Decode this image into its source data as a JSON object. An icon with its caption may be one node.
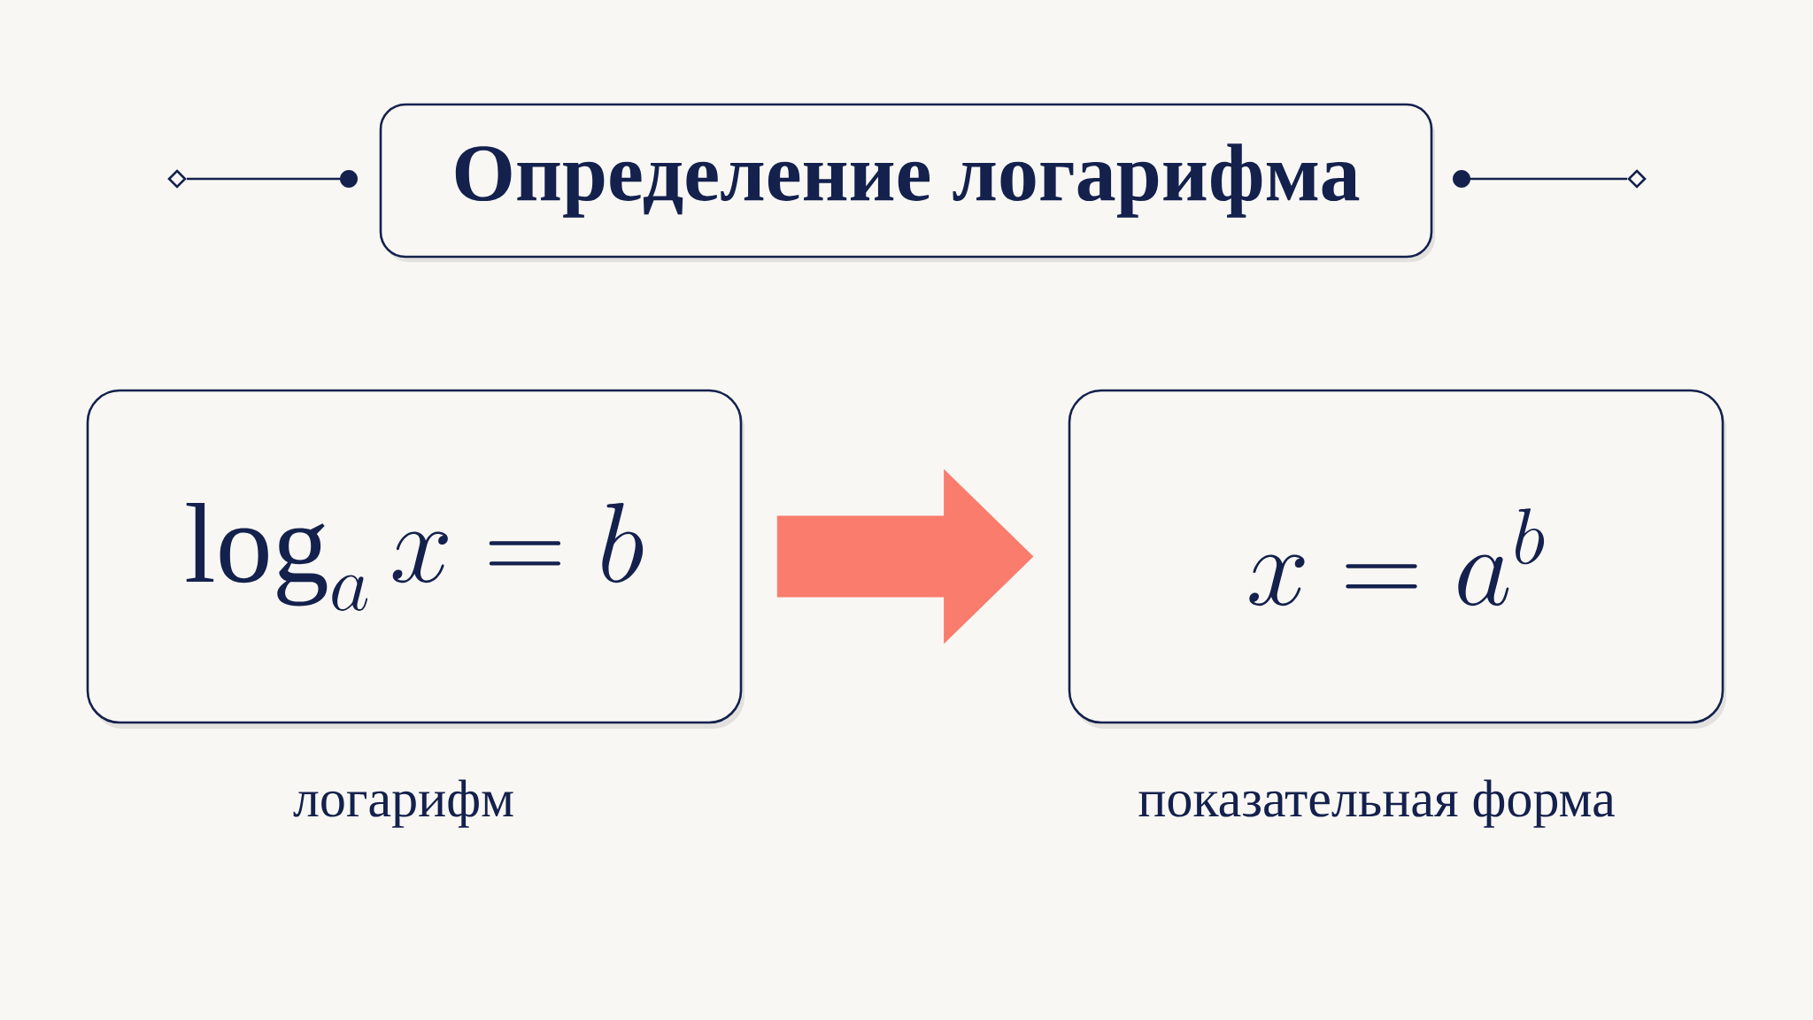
{
  "diagram": {
    "title": "Определение логарифма",
    "nodes": [
      {
        "text": [
          "\\log_a x = b"
        ],
        "beside": [
          "логарифм"
        ]
      },
      {
        "text": [
          "x = a^b"
        ],
        "beside": [
          "показательная форма"
        ]
      }
    ],
    "edges": [
      {
        "from": 0,
        "to": 1,
        "arrow": "to",
        "style": "thick",
        "color": "#f97c6c"
      }
    ]
  }
}
